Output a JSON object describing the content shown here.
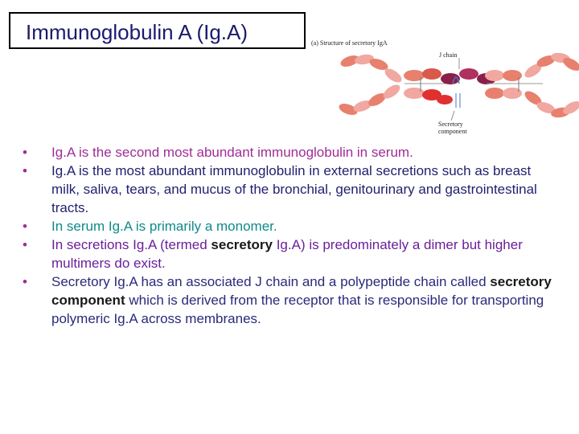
{
  "title": "Immunoglobulin A (Ig.A)",
  "figure": {
    "caption": "(a)  Structure of secretory IgA",
    "j_chain_label": "J chain",
    "secretory_component_label": "Secretory component"
  },
  "bullets": [
    {
      "text": "Ig.A is the second most abundant immunoglobulin in serum."
    },
    {
      "text": "Ig.A is the most abundant immunoglobulin in external secretions such as breast milk, saliva, tears, and mucus of the bronchial, genitourinary and gastrointestinal tracts."
    },
    {
      "text": "In serum Ig.A is primarily a monomer."
    },
    {
      "pre": "In secretions Ig.A (termed ",
      "bold": "secretory",
      "post": " Ig.A) is predominately a dimer but higher multimers do exist."
    },
    {
      "pre": "Secretory Ig.A has an associated J chain and a polypeptide chain called ",
      "bold": "secretory component",
      "post": " which is derived from the receptor that is responsible for transporting polymeric Ig.A across membranes."
    }
  ],
  "colors": {
    "title": "#1a1a6e",
    "bullet": "#a02c96",
    "heavy_chain": "#e8806e",
    "light_chain": "#f0a8a0",
    "j_chain": "#8a1f4a",
    "secretory_component": "#e03030"
  }
}
